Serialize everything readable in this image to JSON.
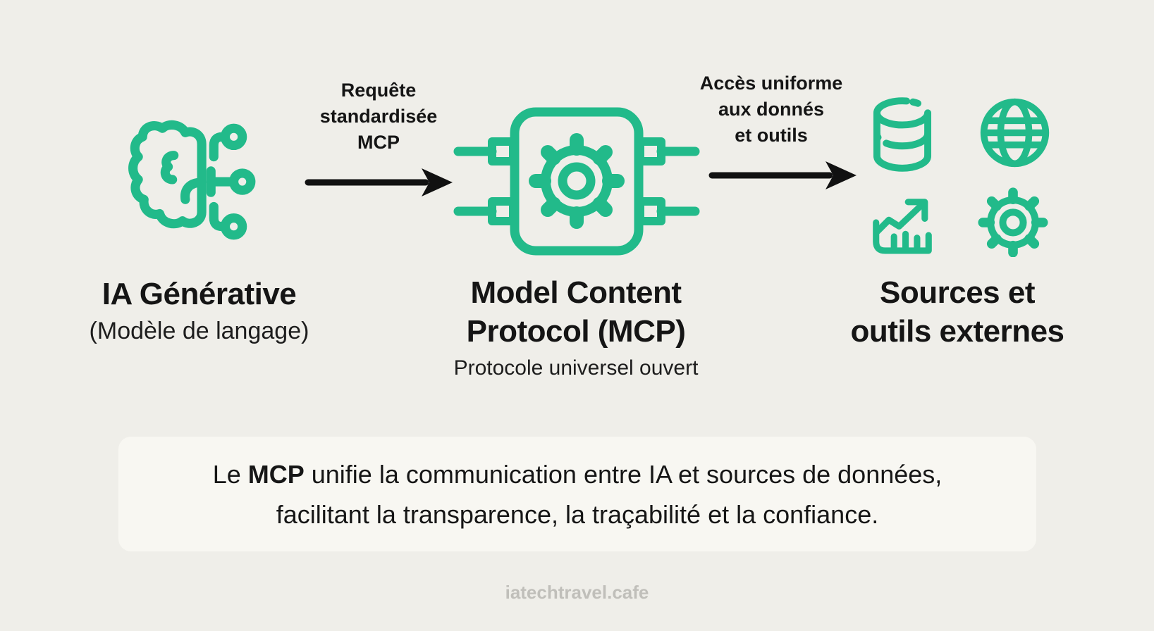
{
  "colors": {
    "green": "#22BA8A",
    "bg": "#EFEEE9",
    "card": "#F8F7F2",
    "text": "#151515",
    "muted": "#C0BFBA",
    "arrow": "#111111"
  },
  "left": {
    "icon": "brain-circuit-icon",
    "title": "IA Générative",
    "subtitle": "(Modèle de langage)"
  },
  "arrow1": {
    "label_lines": [
      "Requête",
      "standardisée",
      "MCP"
    ]
  },
  "center": {
    "icon": "chip-gear-icon",
    "title_line1": "Model Content",
    "title_line2": "Protocol (MCP)",
    "subtitle": "Protocole universel ouvert"
  },
  "arrow2": {
    "label_lines": [
      "Accès uniforme",
      "aux donnés",
      "et outils"
    ]
  },
  "right": {
    "icons": [
      "database-icon",
      "globe-icon",
      "chart-growth-icon",
      "gear-icon"
    ],
    "title_line1": "Sources et",
    "title_line2": "outils externes"
  },
  "summary": {
    "prefix": "Le ",
    "bold": "MCP",
    "line1_rest": " unifie la communication entre IA et sources de données,",
    "line2": "facilitant la transparence, la traçabilité et la confiance."
  },
  "footer": {
    "site": "iatechtravel.cafe"
  }
}
